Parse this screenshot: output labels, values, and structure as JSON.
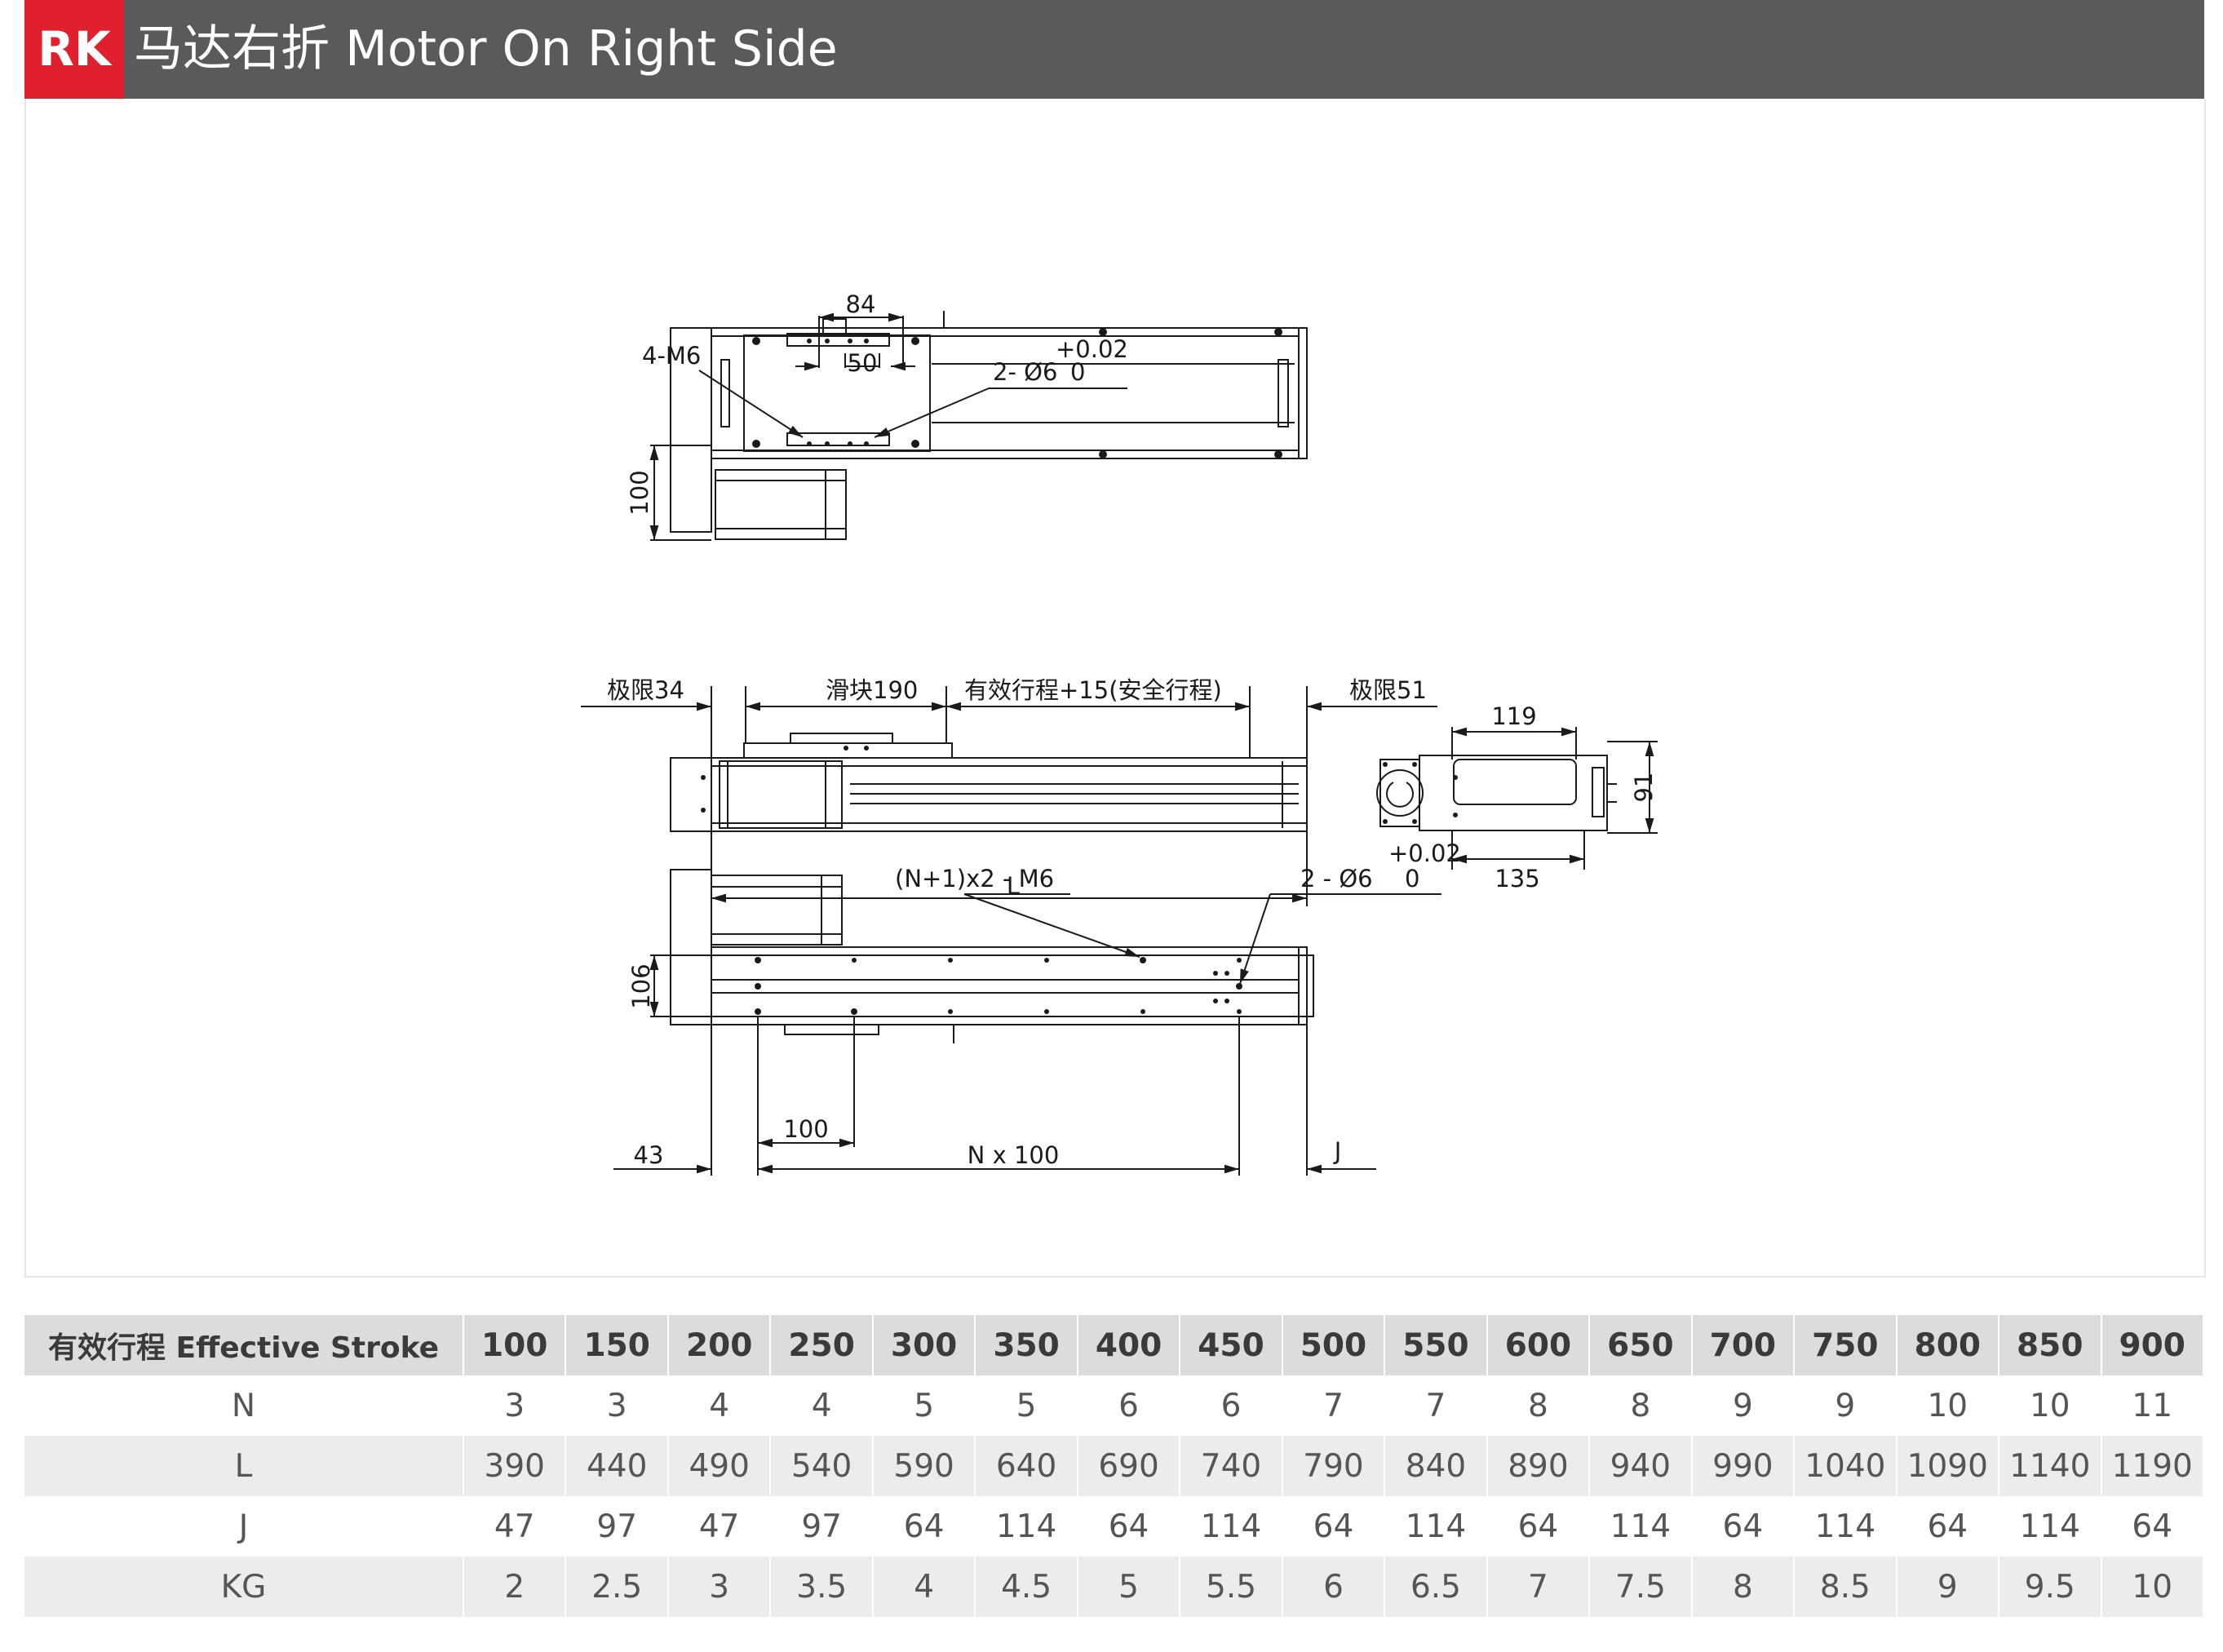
{
  "header": {
    "badge": "RK",
    "title": "马达右折 Motor On Right Side",
    "badge_color": "#e0202d",
    "bar_color": "#5b5a5a"
  },
  "drawing": {
    "top_view": {
      "dim_84": "84",
      "dim_50": "50",
      "label_4m6": "4-M6",
      "label_2d6": "2- Ø6",
      "tol_plus": "+0.02",
      "tol_zero": "0",
      "dim_100": "100"
    },
    "side_view": {
      "limit_34": "极限34",
      "slider_190": "滑块190",
      "stroke_safe": "有效行程+15(安全行程)",
      "limit_51": "极限51",
      "dim_L": "L"
    },
    "end_view": {
      "dim_119": "119",
      "dim_91": "91",
      "dim_135": "135"
    },
    "bottom_view": {
      "label_n1m6": "(N+1)x2 - M6",
      "label_2d6": "2 - Ø6",
      "tol_plus": "+0.02",
      "tol_zero": "0",
      "dim_106": "106",
      "dim_100": "100",
      "dim_43": "43",
      "dim_n100": "N x 100",
      "dim_J": "J"
    }
  },
  "table": {
    "header_label": "有效行程 Effective Stroke",
    "strokes": [
      "100",
      "150",
      "200",
      "250",
      "300",
      "350",
      "400",
      "450",
      "500",
      "550",
      "600",
      "650",
      "700",
      "750",
      "800",
      "850",
      "900"
    ],
    "rows": [
      {
        "label": "N",
        "values": [
          "3",
          "3",
          "4",
          "4",
          "5",
          "5",
          "6",
          "6",
          "7",
          "7",
          "8",
          "8",
          "9",
          "9",
          "10",
          "10",
          "11"
        ]
      },
      {
        "label": "L",
        "values": [
          "390",
          "440",
          "490",
          "540",
          "590",
          "640",
          "690",
          "740",
          "790",
          "840",
          "890",
          "940",
          "990",
          "1040",
          "1090",
          "1140",
          "1190"
        ]
      },
      {
        "label": "J",
        "values": [
          "47",
          "97",
          "47",
          "97",
          "64",
          "114",
          "64",
          "114",
          "64",
          "114",
          "64",
          "114",
          "64",
          "114",
          "64",
          "114",
          "64"
        ]
      },
      {
        "label": "KG",
        "values": [
          "2",
          "2.5",
          "3",
          "3.5",
          "4",
          "4.5",
          "5",
          "5.5",
          "6",
          "6.5",
          "7",
          "7.5",
          "8",
          "8.5",
          "9",
          "9.5",
          "10"
        ]
      }
    ]
  }
}
